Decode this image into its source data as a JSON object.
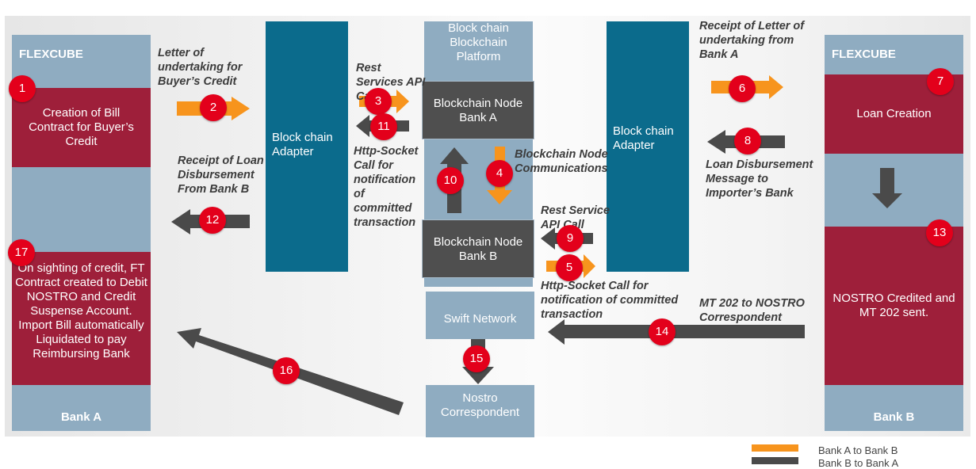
{
  "colors": {
    "orange": "#f7941d",
    "dark": "#4a4a4a",
    "badge": "#e3001b",
    "wine": "#9e1f3a",
    "teal": "#0b6b8c",
    "steel": "#8facc1"
  },
  "bank_a": {
    "header": "FLEXCUBE",
    "box_creation": "Creation of Bill Contract for Buyer’s Credit",
    "box_sighting": "On sighting of credit, FT Contract created to Debit NOSTRO and Credit Suspense Account. Import Bill automatically Liquidated to pay Reimbursing Bank",
    "footer": "Bank A"
  },
  "bank_b": {
    "header": "FLEXCUBE",
    "box_loan": "Loan Creation",
    "box_nostro": "NOSTRO Credited and MT 202 sent.",
    "footer": "Bank B"
  },
  "adapter_a": "Block chain Adapter",
  "adapter_b": "Block chain Adapter",
  "platform": {
    "title": "Block chain Blockchain Platform",
    "node_a": "Blockchain Node Bank A",
    "node_b": "Blockchain Node Bank B"
  },
  "swift": "Swift Network",
  "nostro_correspondent": "Nostro Correspondent",
  "texts": {
    "letter": "Letter of undertaking for Buyer’s Credit",
    "receipt_loan": "Receipt of Loan Disbursement From Bank B",
    "rest_a": "Rest Services API Call",
    "http_a": "Http-Socket Call for notification of committed transaction",
    "node_comm": "Blockchain Node Communications",
    "rest_b": "Rest Service API Call",
    "http_b": "Http-Socket Call for notification of committed transaction",
    "receipt_letter": "Receipt of Letter of undertaking from Bank A",
    "loan_msg": "Loan Disbursement Message to Importer’s Bank",
    "mt202": "MT 202 to NOSTRO Correspondent"
  },
  "badges": [
    "1",
    "2",
    "3",
    "4",
    "5",
    "6",
    "7",
    "8",
    "9",
    "10",
    "11",
    "12",
    "13",
    "14",
    "15",
    "16",
    "17"
  ],
  "legend": [
    {
      "label": "Bank A to Bank B",
      "color": "orange"
    },
    {
      "label": "Bank B to Bank A",
      "color": "dark"
    }
  ]
}
